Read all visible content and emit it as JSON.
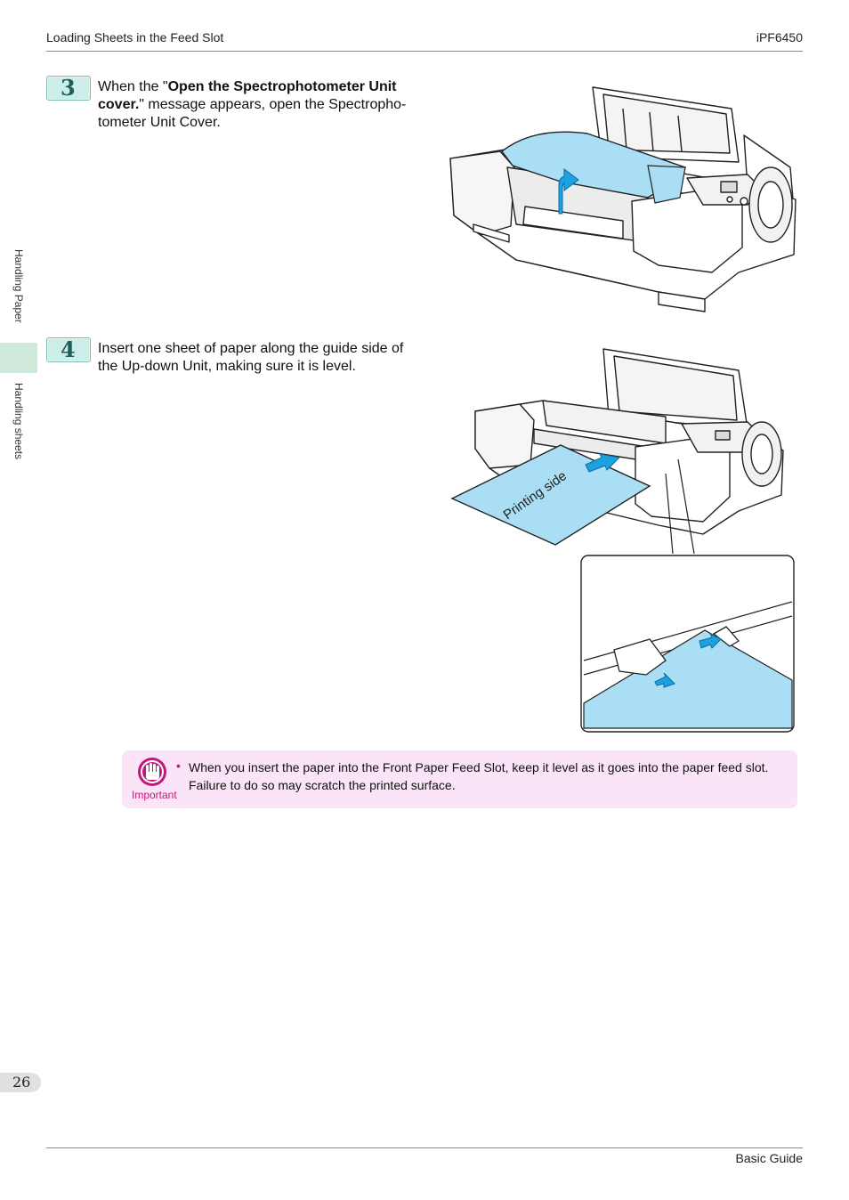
{
  "header": {
    "section_title": "Loading Sheets in the Feed Slot",
    "model": "iPF6450"
  },
  "sidebar": {
    "chapter": "Handling Paper",
    "section": "Handling sheets"
  },
  "steps": [
    {
      "number": "3",
      "text_before": "When the \"",
      "text_bold": "Open the Spectrophotometer Unit cover.",
      "text_after": "\" message appears, open the Spectropho-tometer Unit Cover."
    },
    {
      "number": "4",
      "text": "Insert one sheet of paper along the guide side of the Up-down Unit, making sure it is level."
    }
  ],
  "illustration_labels": {
    "printing_side": "Printing side"
  },
  "important": {
    "label": "Important",
    "bullet": "•",
    "text": "When you insert the paper into the Front Paper Feed Slot, keep it level as it goes into the paper feed slot. Failure to do so may scratch the printed surface."
  },
  "footer": {
    "page_number": "26",
    "guide_name": "Basic Guide"
  },
  "colors": {
    "step_badge": "#cdeee8",
    "highlight_blue": "#a9def5",
    "arrow_blue": "#1ca0e0",
    "important_bg": "#fbe4f7",
    "important_accent": "#c2187a",
    "sidebar_tab": "#cfeadb"
  }
}
